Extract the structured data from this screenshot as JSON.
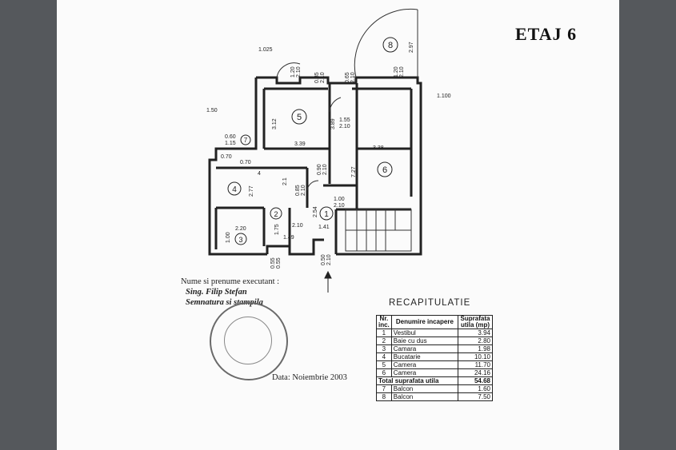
{
  "header": {
    "title": "ETAJ 6"
  },
  "plan": {
    "rooms": [
      "1",
      "2",
      "3",
      "4",
      "5",
      "6",
      "7",
      "8"
    ],
    "dimensions": [
      "1.025",
      "1.20",
      "2.10",
      "0.85",
      "2.10",
      "0.65",
      "2.10",
      "1.20",
      "2.10",
      "2.97",
      "1.100",
      "3.12",
      "3.89",
      "1.55",
      "2.10",
      "3.39",
      "3.38",
      "7.27",
      "2.77",
      "0.90",
      "2.10",
      "0.85",
      "2.10",
      "1.00",
      "2.10",
      "2.54",
      "1.75",
      "1.49",
      "1.41",
      "0.50",
      "2.10",
      "0.55",
      "0.55",
      "0.60",
      "1.15",
      "0.70",
      "1.00",
      "2.20",
      "2.10",
      "4",
      "2.1",
      "0.70",
      "1.50"
    ]
  },
  "executant": {
    "label": "Nume si prenume executant :",
    "name": "Sing. Filip Stefan",
    "signature_label": "Semnatura si stampila",
    "date": "Data: Noiembrie 2003"
  },
  "recap": {
    "title": "RECAPITULATIE",
    "headers": {
      "nr": "Nr. inc.",
      "name": "Denumire incapere",
      "area": "Suprafata utila (mp)"
    },
    "rows": [
      {
        "nr": "1",
        "name": "Vestibul",
        "area": "3.94"
      },
      {
        "nr": "2",
        "name": "Baie cu dus",
        "area": "2.80"
      },
      {
        "nr": "3",
        "name": "Camara",
        "area": "1.98"
      },
      {
        "nr": "4",
        "name": "Bucatarie",
        "area": "10.10"
      },
      {
        "nr": "5",
        "name": "Camera",
        "area": "11.70"
      },
      {
        "nr": "6",
        "name": "Camera",
        "area": "24.16"
      }
    ],
    "total": {
      "label": "Total suprafata utila",
      "area": "54.68"
    },
    "balconies": [
      {
        "nr": "7",
        "name": "Balcon",
        "area": "1.60"
      },
      {
        "nr": "8",
        "name": "Balcon",
        "area": "7.50"
      }
    ]
  }
}
